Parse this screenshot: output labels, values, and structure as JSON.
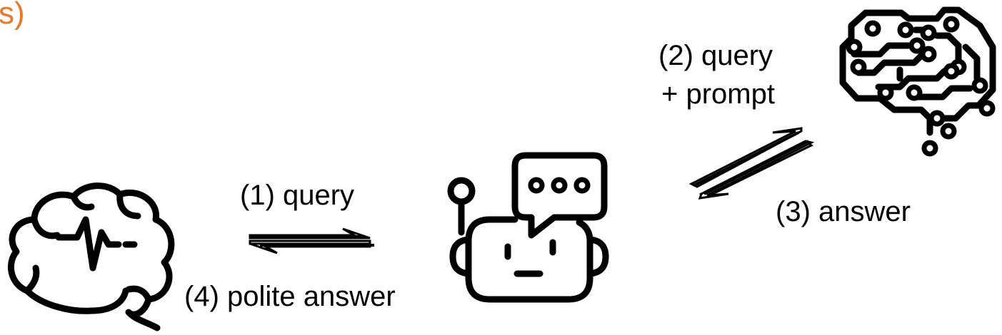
{
  "corner_text": "s)",
  "accent_color": "#e8782a",
  "labels": {
    "step1": "(1) query",
    "step2_line1": "(2) query",
    "step2_line2": "+ prompt",
    "step3": "(3) answer",
    "step4": "(4) polite answer"
  },
  "icons": {
    "user": "brain-pulse-icon",
    "chatbot": "robot-chat-icon",
    "llm": "circuit-brain-icon",
    "exchange_user_bot": "exchange-arrows-icon",
    "exchange_bot_llm": "diagonal-exchange-arrows-icon"
  }
}
